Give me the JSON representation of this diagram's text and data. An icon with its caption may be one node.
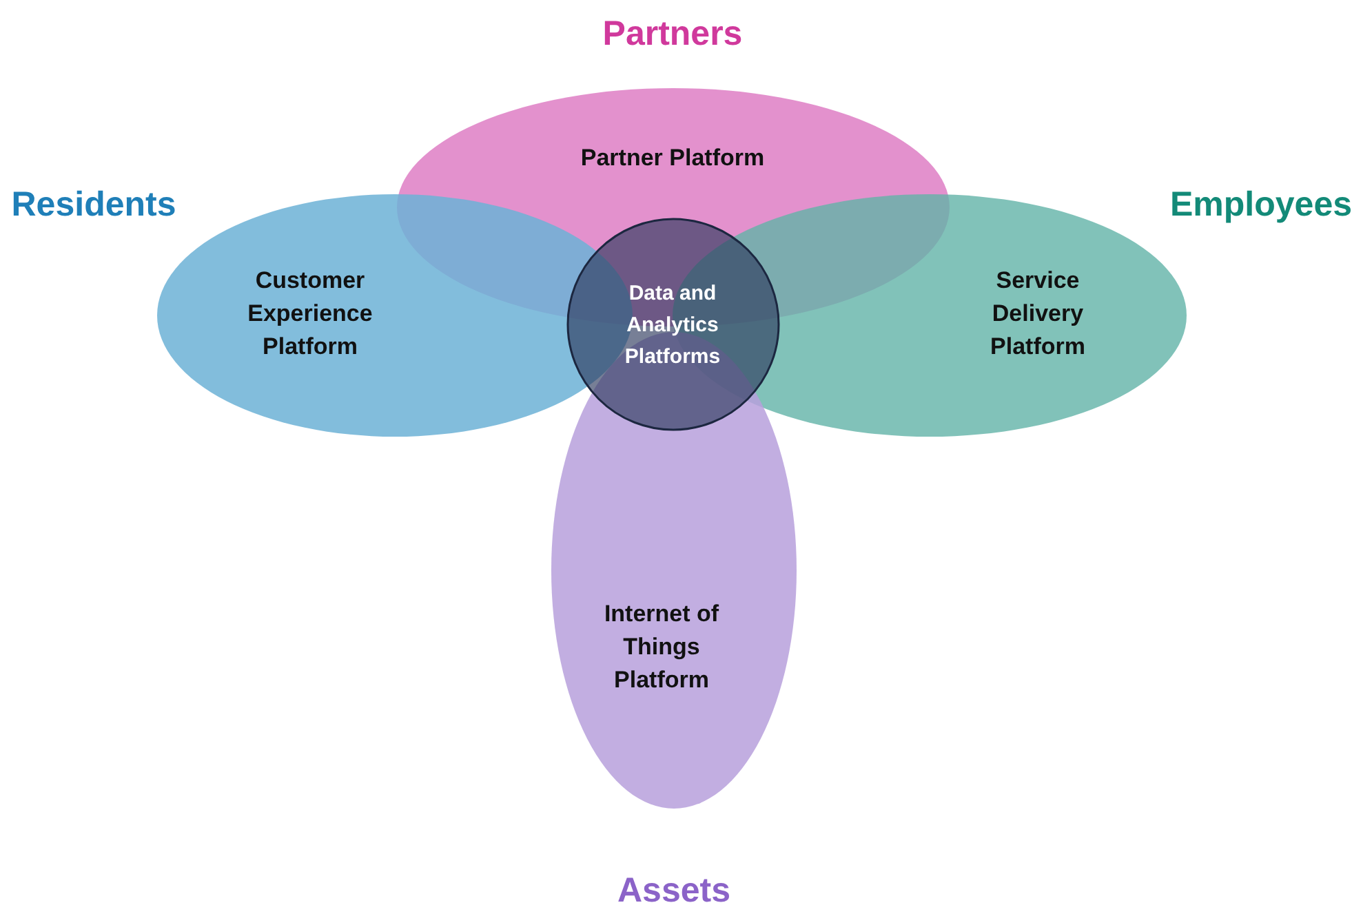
{
  "diagram": {
    "nodes": [
      {
        "text": [
          "Partner Platform"
        ],
        "beside": [
          "Partners"
        ]
      },
      {
        "text": [
          "Customer Experience Platform"
        ],
        "beside": [
          "Residents"
        ]
      },
      {
        "text": [
          "Data and Analytics Platforms"
        ]
      },
      {
        "text": [
          "Service Delivery Platform"
        ],
        "beside": [
          "Employees"
        ]
      },
      {
        "text": [
          "Internet of Things Platform"
        ],
        "beside": [
          "Assets"
        ]
      }
    ],
    "edges": []
  }
}
